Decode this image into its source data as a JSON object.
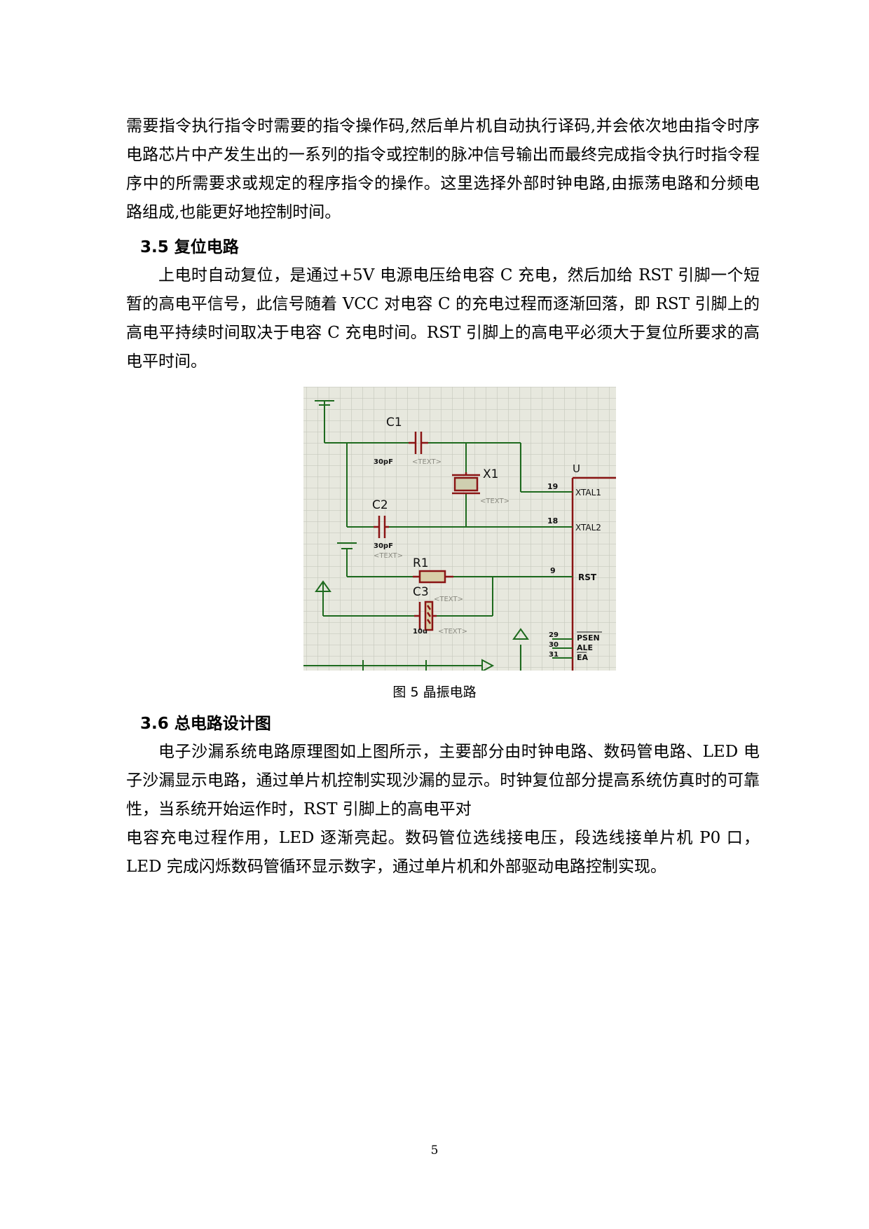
{
  "para1_continued": "需要指令执行指令时需要的指令操作码,然后单片机自动执行译码,并会依次地由指令时序电路芯片中产发生出的一系列的指令或控制的脉冲信号输出而最终完成指令执行时指令程序中的所需要求或规定的程序指令的操作。这里选择外部时钟电路,由振荡电路和分频电路组成,也能更好地控制时间。",
  "section_3_5": {
    "heading": "3.5 复位电路",
    "paragraph": "上电时自动复位，是通过+5V 电源电压给电容 C 充电，然后加给 RST 引脚一个短暂的高电平信号，此信号随着 VCC 对电容 C 的充电过程而逐渐回落，即 RST 引脚上的高电平持续时间取决于电容 C 充电时间。RST 引脚上的高电平必须大于复位所要求的高电平时间。"
  },
  "figure": {
    "caption": "图 5  晶振电路",
    "labels": {
      "c1": "C1",
      "c1_value": "30pF",
      "c1_text": "<TEXT>",
      "x1": "X1",
      "x1_text": "<TEXT>",
      "u": "U",
      "pin19": "19",
      "xtal1": "XTAL1",
      "c2": "C2",
      "pin18": "18",
      "xtal2": "XTAL2",
      "c2_value": "30pF",
      "c2_text": "<TEXT>",
      "r1": "R1",
      "pin9": "9",
      "rst": "RST",
      "c3": "C3",
      "c3_text_a": "<TEXT>",
      "c3_value": "10u",
      "c3_text_b": "<TEXT>",
      "pin29": "29",
      "psen": "PSEN",
      "pin30": "30",
      "ale": "ALE",
      "pin31": "31",
      "ea": "EA"
    }
  },
  "section_3_6": {
    "heading": "3.6 总电路设计图",
    "paragraph_a": "电子沙漏系统电路原理图如上图所示，主要部分由时钟电路、数码管电路、LED 电子沙漏显示电路，通过单片机控制实现沙漏的显示。时钟复位部分提高系统仿真时的可靠性，当系统开始运作时，RST 引脚上的高电平对",
    "paragraph_b": "电容充电过程作用，LED 逐渐亮起。数码管位选线接电压，段选线接单片机 P0 口，LED 完成闪烁数码管循环显示数字，通过单片机和外部驱动电路控制实现。"
  },
  "page_number": "5"
}
